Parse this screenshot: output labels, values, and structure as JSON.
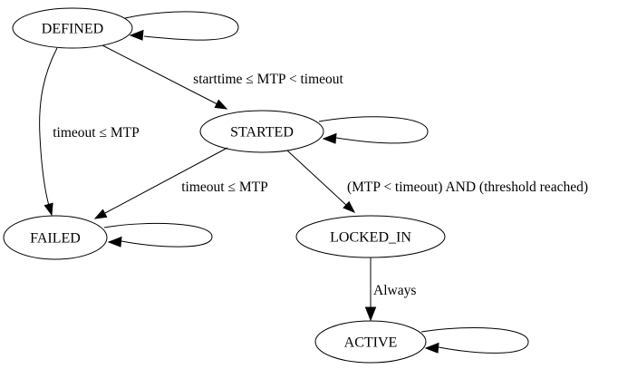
{
  "diagram": {
    "type": "state-machine-graph",
    "background_color": "#ffffff",
    "line_color": "#000000",
    "text_color": "#000000",
    "nodes": [
      {
        "id": "DEFINED",
        "label": "DEFINED",
        "self_loop": true
      },
      {
        "id": "STARTED",
        "label": "STARTED",
        "self_loop": true
      },
      {
        "id": "FAILED",
        "label": "FAILED",
        "self_loop": true
      },
      {
        "id": "LOCKED_IN",
        "label": "LOCKED_IN",
        "self_loop": false
      },
      {
        "id": "ACTIVE",
        "label": "ACTIVE",
        "self_loop": true
      }
    ],
    "edges": [
      {
        "from": "DEFINED",
        "to": "STARTED",
        "label": "starttime ≤ MTP < timeout"
      },
      {
        "from": "DEFINED",
        "to": "FAILED",
        "label": "timeout ≤ MTP"
      },
      {
        "from": "STARTED",
        "to": "FAILED",
        "label": "timeout ≤ MTP"
      },
      {
        "from": "STARTED",
        "to": "LOCKED_IN",
        "label": "(MTP < timeout) AND (threshold reached)"
      },
      {
        "from": "LOCKED_IN",
        "to": "ACTIVE",
        "label": "Always"
      }
    ]
  }
}
